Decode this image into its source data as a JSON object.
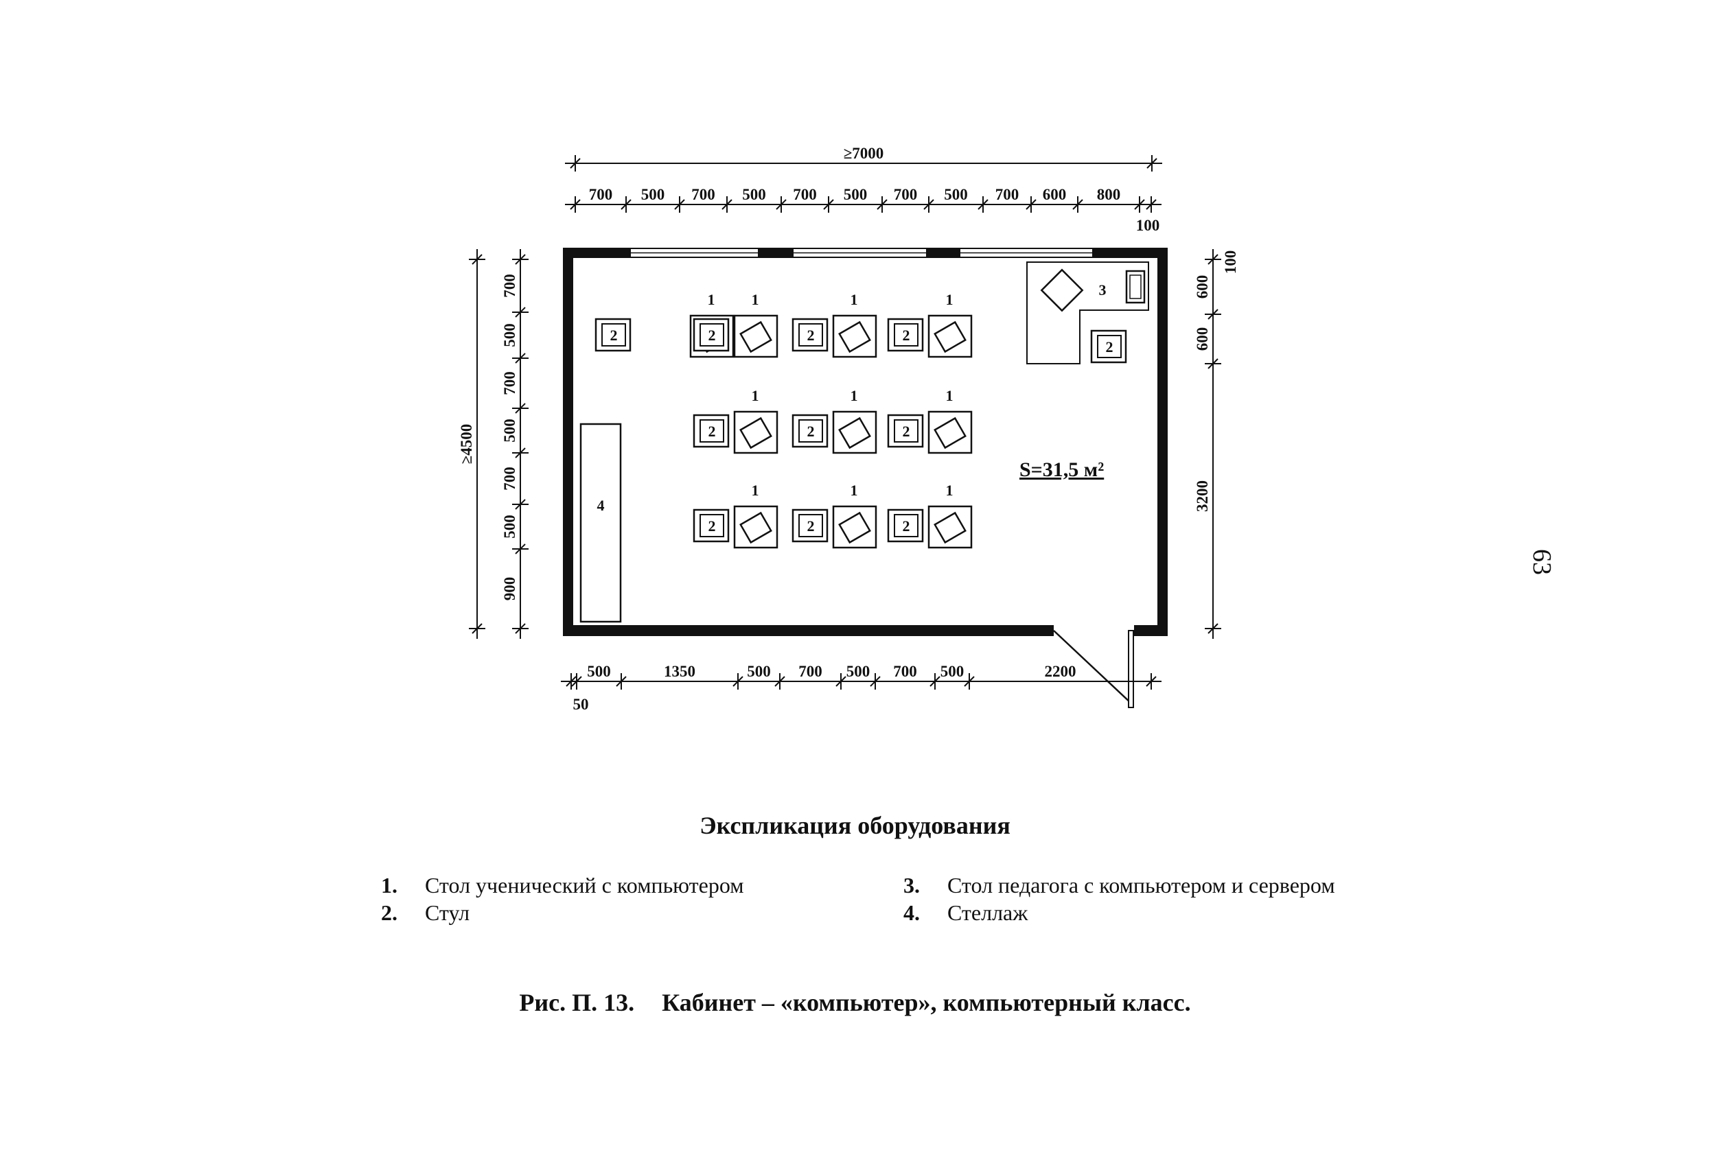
{
  "drawing": {
    "overall_width": "≥7000",
    "overall_depth": "≥4500",
    "top_dims": [
      "700",
      "500",
      "700",
      "500",
      "700",
      "500",
      "700",
      "500",
      "700",
      "600",
      "800"
    ],
    "top_right_dim": "100",
    "bottom_dims": [
      "500",
      "1350",
      "500",
      "700",
      "500",
      "700",
      "500",
      "2200"
    ],
    "bottom_left_dim": "50",
    "left_dims": [
      "700",
      "500",
      "700",
      "500",
      "700",
      "500",
      "900"
    ],
    "right_dims": [
      "600",
      "600",
      "3200"
    ],
    "right_small_dim": "100",
    "area_label": "S=31,5 м²",
    "marks": {
      "desk": "1",
      "chair": "2",
      "teacher_desk": "3",
      "rack": "4"
    }
  },
  "page_number": "63",
  "legend": {
    "title": "Экспликация оборудования",
    "items": [
      {
        "num": "1.",
        "text": "Стол ученический с компьютером"
      },
      {
        "num": "2.",
        "text": "Стул"
      },
      {
        "num": "3.",
        "text": "Стол педагога с компьютером и сервером"
      },
      {
        "num": "4.",
        "text": "Стеллаж"
      }
    ]
  },
  "caption": {
    "figure": "Рис. П. 13.",
    "title": "Кабинет – «компьютер», компьютерный класс."
  }
}
